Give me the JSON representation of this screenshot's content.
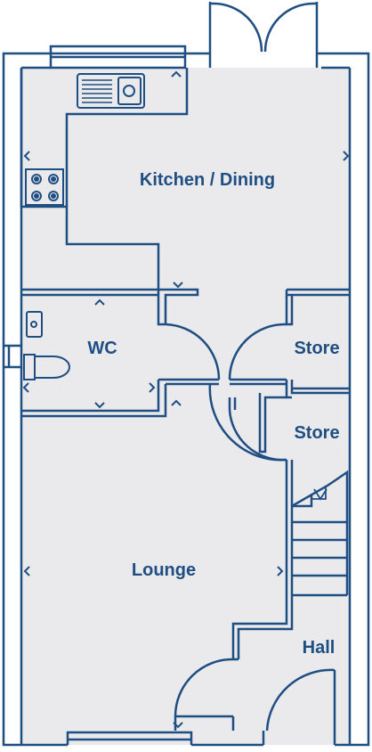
{
  "colors": {
    "wall": "#1f4e82",
    "floor": "#eaeaec",
    "background": "#ffffff",
    "text": "#1f4e82"
  },
  "rooms": {
    "kitchen_dining": "Kitchen / Dining",
    "wc": "WC",
    "store_upper": "Store",
    "store_lower": "Store",
    "lounge": "Lounge",
    "hall": "Hall"
  }
}
